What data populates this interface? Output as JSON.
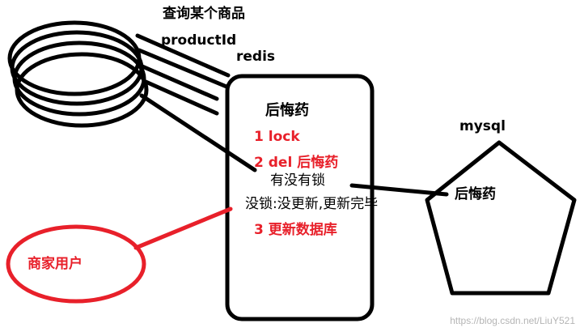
{
  "query_label": "查询某个商品",
  "product_id_label": "productId",
  "redis_label": "redis",
  "redis_box": {
    "title": "后悔药",
    "steps": [
      {
        "text": "1 lock"
      },
      {
        "text": "2 del 后悔药"
      },
      {
        "text": "3  更新数据库"
      }
    ],
    "has_lock_text": "有没有锁",
    "no_lock_text": "没锁:没更新,更新完毕"
  },
  "mysql": {
    "label": "mysql",
    "value": "后悔药"
  },
  "merchant": {
    "label": "商家用户"
  },
  "watermark": "https://blog.csdn.net/LiuY521",
  "colors": {
    "ink": "#000000",
    "accent_red": "#e8202a",
    "watermark": "#b5b5b5"
  }
}
